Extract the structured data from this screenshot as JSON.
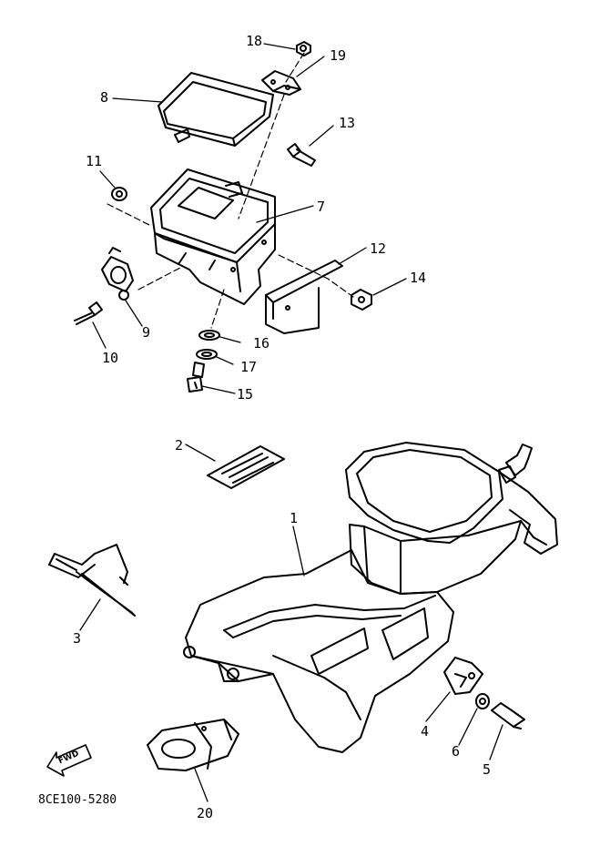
{
  "callouts": {
    "n1": "1",
    "n2": "2",
    "n3": "3",
    "n4": "4",
    "n5": "5",
    "n6": "6",
    "n7": "7",
    "n8": "8",
    "n9": "9",
    "n10": "10",
    "n11": "11",
    "n12": "12",
    "n13": "13",
    "n14": "14",
    "n15": "15",
    "n16": "16",
    "n17": "17",
    "n18": "18",
    "n19": "19",
    "n20": "20"
  },
  "fwd_arrow": {
    "text": "FWD"
  },
  "catalog_code": "8CE100-5280"
}
